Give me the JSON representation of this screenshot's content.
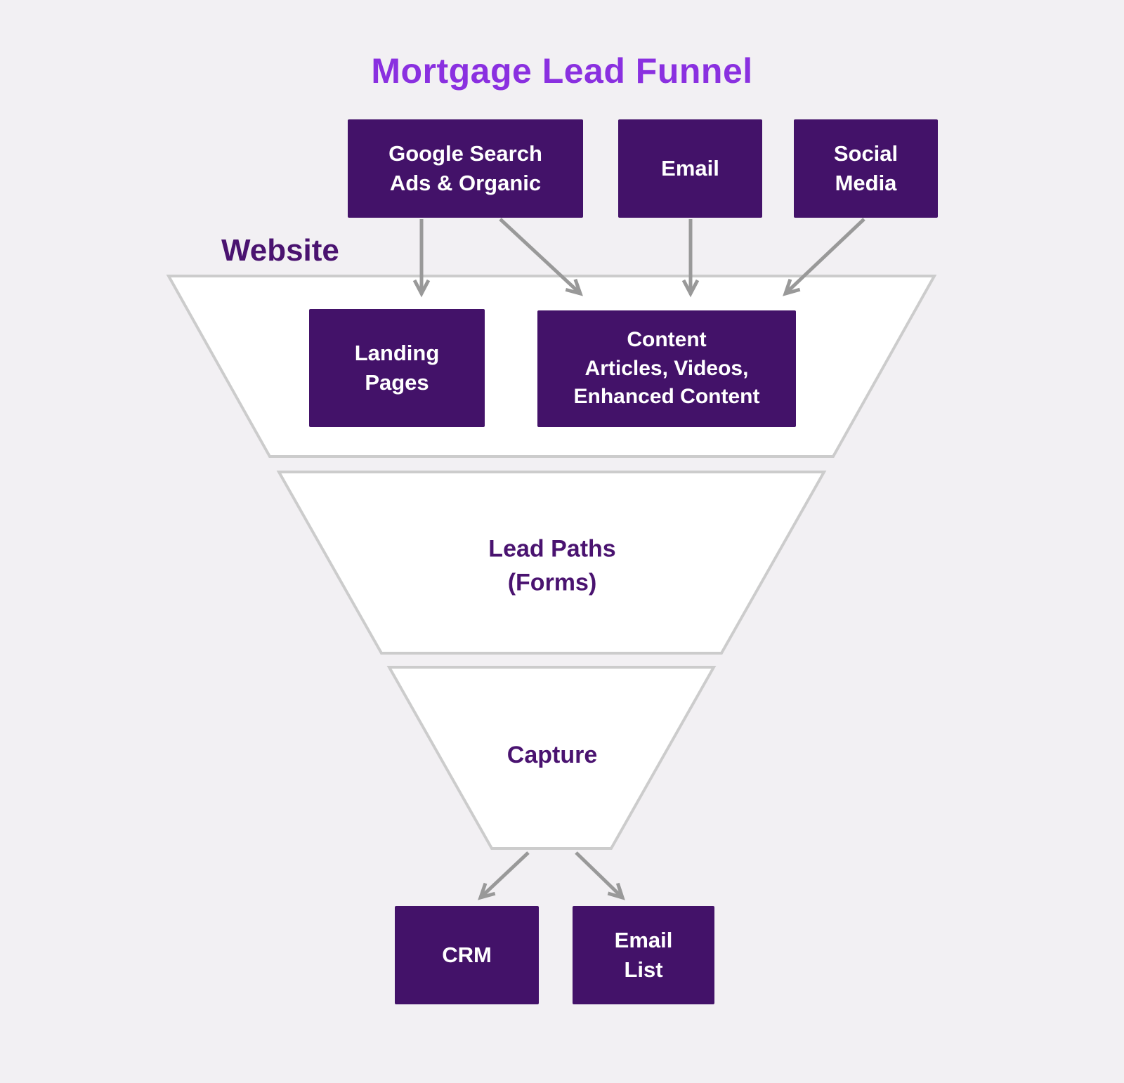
{
  "title": "Mortgage Lead Funnel",
  "website_label": "Website",
  "sources": {
    "google": "Google Search\nAds & Organic",
    "email": "Email",
    "social": "Social\nMedia"
  },
  "funnel": {
    "landing": "Landing\nPages",
    "content": "Content\nArticles, Videos,\nEnhanced Content",
    "lead_paths": "Lead Paths\n(Forms)",
    "capture": "Capture"
  },
  "outputs": {
    "crm": "CRM",
    "email_list": "Email\nList"
  },
  "colors": {
    "background": "#f2f0f3",
    "box_fill": "#431269",
    "box_text": "#ffffff",
    "title_text": "#8a30e0",
    "label_text": "#4a1370",
    "funnel_fill": "#ffffff",
    "funnel_border": "#cccccc",
    "arrow": "#999999"
  }
}
